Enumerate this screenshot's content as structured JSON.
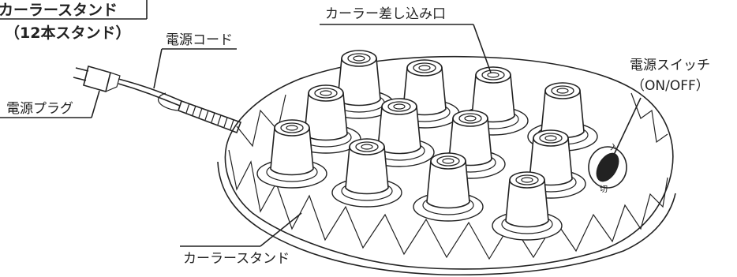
{
  "title": "カーラースタンド",
  "subtitle": "（12本スタンド）",
  "labels": {
    "cord": "電源コード",
    "plug": "電源プラグ",
    "socket": "カーラー差し込み口",
    "switch_line1": "電源スイッチ",
    "switch_line2": "（ON/OFF）",
    "stand": "カーラースタンド"
  },
  "switch_marks": {
    "on": "入",
    "off": "切"
  },
  "colors": {
    "line": "#222222",
    "background": "#ffffff"
  }
}
